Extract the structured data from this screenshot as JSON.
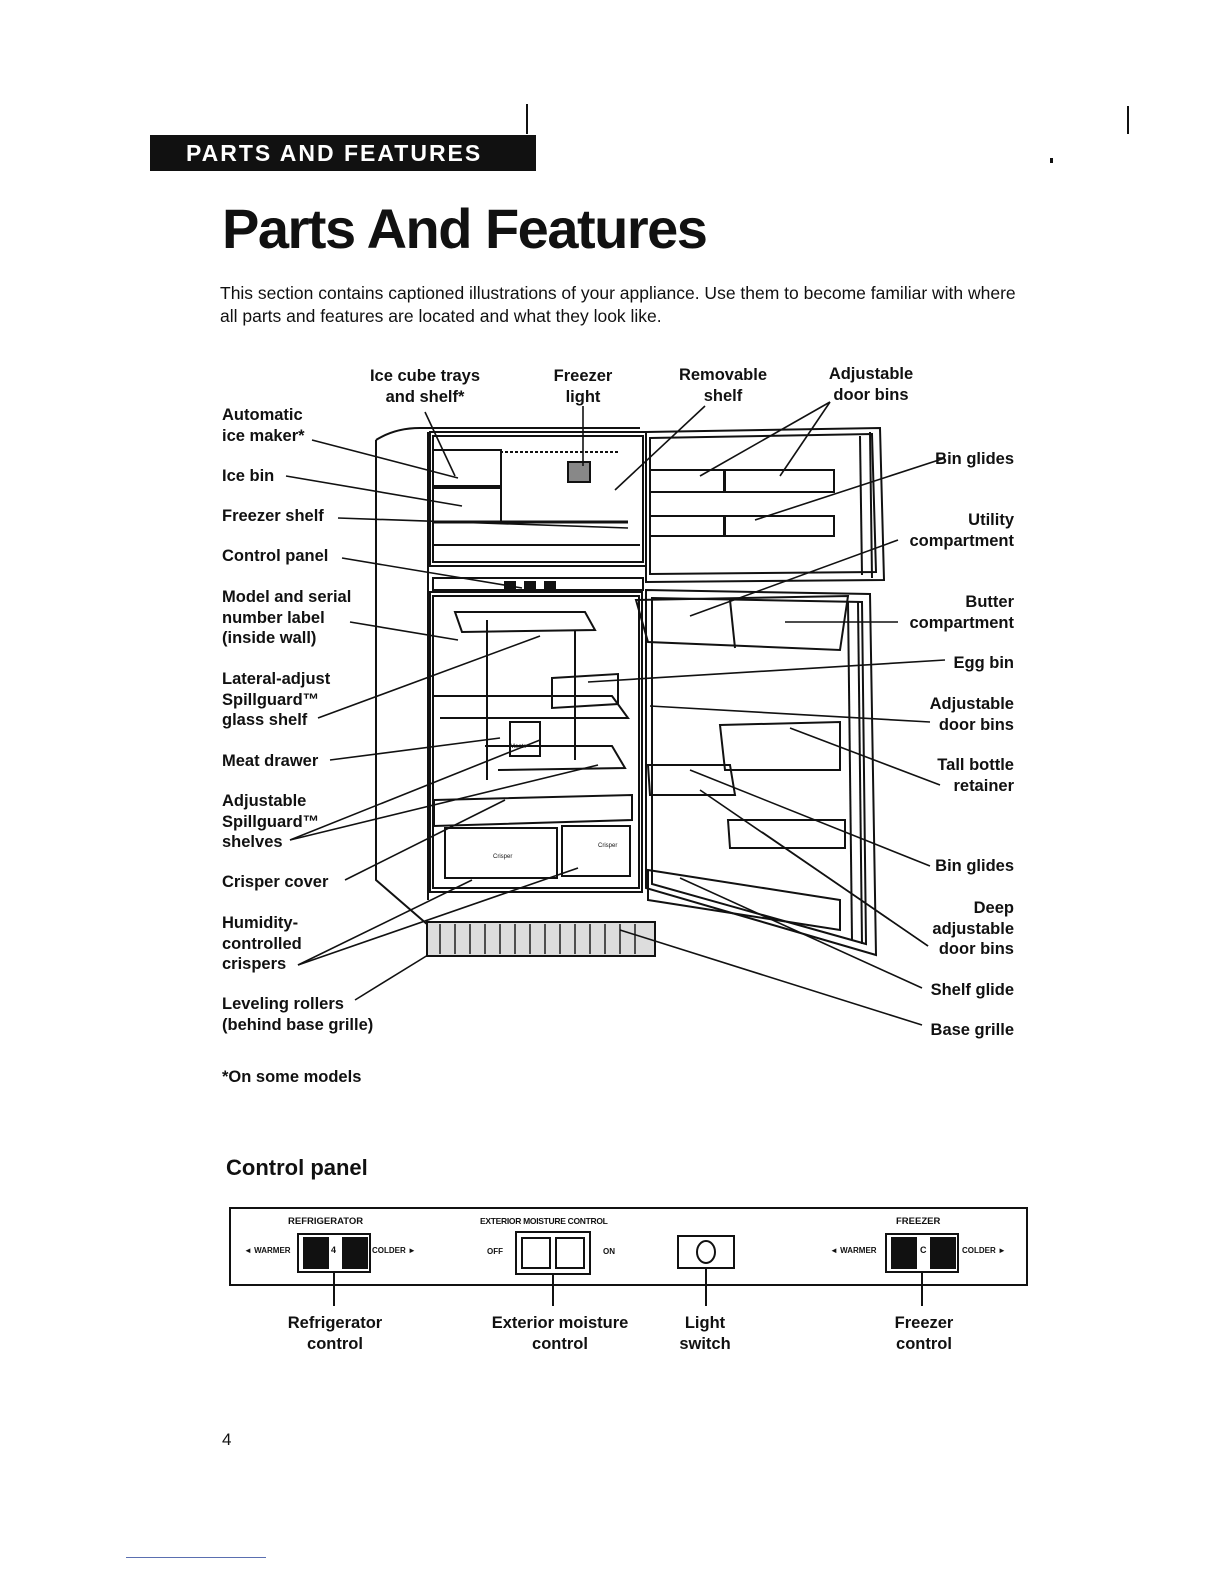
{
  "header": {
    "section_tab": "PARTS AND FEATURES"
  },
  "page_title": "Parts And Features",
  "intro": "This section contains captioned illustrations of your appliance. Use them to become familiar with where all parts and features are located and what they look like.",
  "diagram": {
    "top_labels": {
      "ice_cube_trays": [
        "Ice cube trays",
        "and shelf*"
      ],
      "freezer_light": [
        "Freezer",
        "light"
      ],
      "removable_shelf": [
        "Removable",
        "shelf"
      ],
      "adjustable_door_bins_top": [
        "Adjustable",
        "door bins"
      ]
    },
    "left_labels": {
      "automatic_ice_maker": [
        "Automatic",
        "ice maker*"
      ],
      "ice_bin": [
        "Ice bin"
      ],
      "freezer_shelf": [
        "Freezer shelf"
      ],
      "control_panel": [
        "Control panel"
      ],
      "model_serial": [
        "Model and serial",
        "number label",
        "(inside wall)"
      ],
      "lateral_adjust": [
        "Lateral-adjust",
        "Spillguard™",
        "glass shelf"
      ],
      "meat_drawer": [
        "Meat drawer"
      ],
      "adjustable_shelves": [
        "Adjustable",
        "Spillguard™",
        "shelves"
      ],
      "crisper_cover": [
        "Crisper cover"
      ],
      "humidity_crispers": [
        "Humidity-",
        "controlled",
        "crispers"
      ],
      "leveling_rollers": [
        "Leveling rollers",
        "(behind base grille)"
      ]
    },
    "right_labels": {
      "bin_glides_top": [
        "Bin glides"
      ],
      "utility_compartment": [
        "Utility",
        "compartment"
      ],
      "butter_compartment": [
        "Butter",
        "compartment"
      ],
      "egg_bin": [
        "Egg bin"
      ],
      "adjustable_door_bins": [
        "Adjustable",
        "door bins"
      ],
      "tall_bottle_retainer": [
        "Tall bottle",
        "retainer"
      ],
      "bin_glides_bottom": [
        "Bin glides"
      ],
      "deep_door_bins": [
        "Deep",
        "adjustable",
        "door bins"
      ],
      "shelf_glide": [
        "Shelf glide"
      ],
      "base_grille": [
        "Base grille"
      ]
    },
    "inner_text": {
      "meats": "Meats",
      "crisper_left": "Crisper",
      "crisper_right": "Crisper"
    }
  },
  "footnote": "*On some models",
  "control_panel": {
    "title": "Control panel",
    "refrigerator": {
      "heading": "REFRIGERATOR",
      "warmer": "◄ WARMER",
      "setting": "4",
      "colder": "COLDER ►"
    },
    "moisture": {
      "heading": "EXTERIOR MOISTURE CONTROL",
      "off": "OFF",
      "on": "ON"
    },
    "freezer": {
      "heading": "FREEZER",
      "warmer": "◄ WARMER",
      "setting": "C",
      "colder": "COLDER ►"
    },
    "captions": {
      "refrigerator_control": [
        "Refrigerator",
        "control"
      ],
      "exterior_moisture_control": [
        "Exterior moisture",
        "control"
      ],
      "light_switch": [
        "Light",
        "switch"
      ],
      "freezer_control": [
        "Freezer",
        "control"
      ]
    }
  },
  "page_number": "4"
}
